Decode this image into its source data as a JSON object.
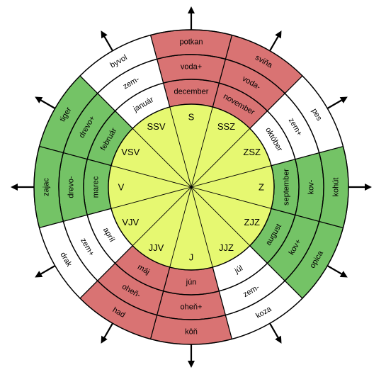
{
  "colors": {
    "red": "#d97373",
    "green": "#74c366",
    "white": "#ffffff",
    "center": "#e6f871",
    "stroke": "#000000"
  },
  "directions": [
    "J",
    "JJZ",
    "ZJZ",
    "Z",
    "ZSZ",
    "SSZ",
    "S",
    "SSV",
    "VSV",
    "V",
    "VJV",
    "JJV"
  ],
  "months": [
    {
      "label": "jún",
      "color": "red"
    },
    {
      "label": "júl",
      "color": "white"
    },
    {
      "label": "august",
      "color": "green"
    },
    {
      "label": "september",
      "color": "green"
    },
    {
      "label": "október",
      "color": "white"
    },
    {
      "label": "november",
      "color": "red"
    },
    {
      "label": "december",
      "color": "red"
    },
    {
      "label": "január",
      "color": "white"
    },
    {
      "label": "február",
      "color": "green"
    },
    {
      "label": "marec",
      "color": "green"
    },
    {
      "label": "apríl",
      "color": "white"
    },
    {
      "label": "máj",
      "color": "red"
    }
  ],
  "elements": [
    "oheň+",
    "zem-",
    "kov+",
    "kov-",
    "zem+",
    "voda-",
    "voda+",
    "zem-",
    "drevo+",
    "drevo-",
    "zem+",
    "oheň-"
  ],
  "animals": [
    "kôň",
    "koza",
    "opica",
    "kohút",
    "pes",
    "sviňa",
    "potkan",
    "byvol",
    "tiger",
    "zajac",
    "drak",
    "had"
  ]
}
